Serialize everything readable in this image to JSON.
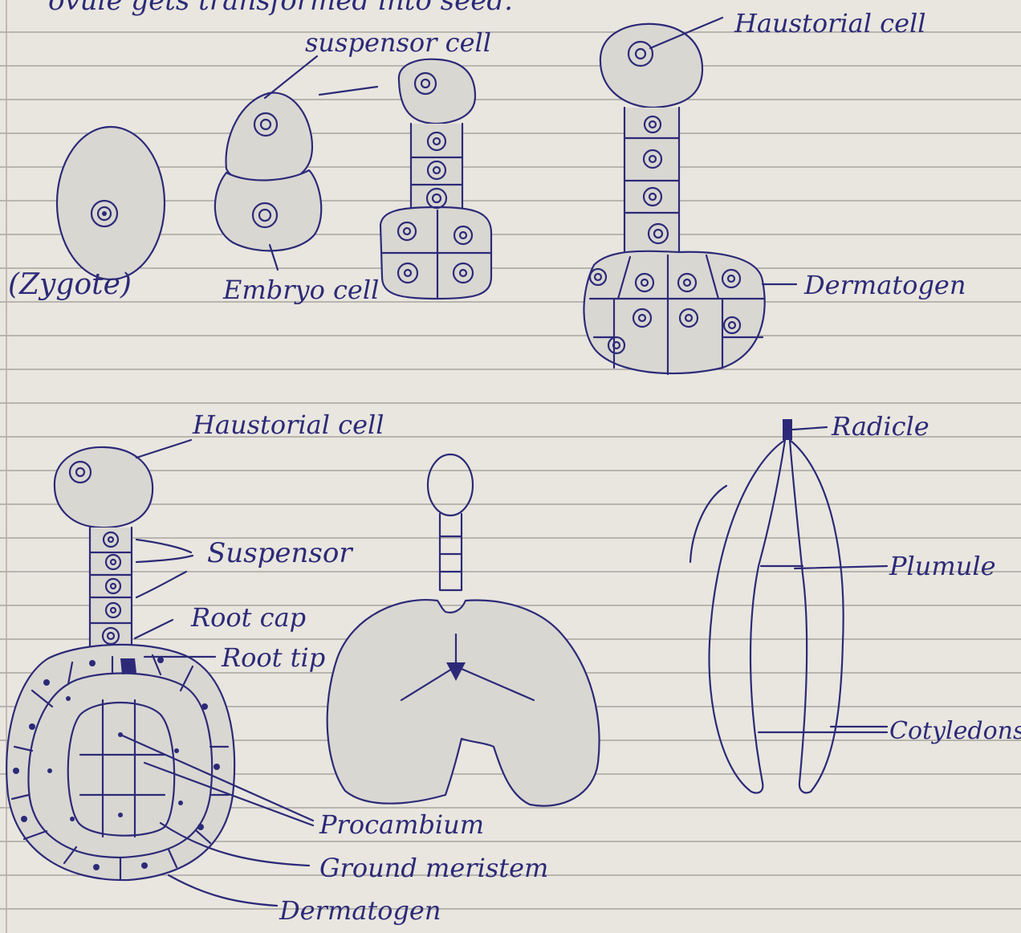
{
  "header_text": "ovule gets transformed into seed.",
  "colors": {
    "ink": "#2c2a78",
    "paper": "#e9e6df",
    "rule": "#9a9892"
  },
  "stage1": {
    "zygote_label": "(Zygote)"
  },
  "stage2": {
    "suspensor_label": "suspensor cell",
    "embryo_label": "Embryo cell"
  },
  "stage4": {
    "haustorial_label": "Haustorial cell",
    "dermatogen_label": "Dermatogen"
  },
  "stage5": {
    "haustorial_label": "Haustorial cell",
    "suspensor_label": "Suspensor",
    "root_cap_label": "Root cap",
    "root_tip_label": "Root tip",
    "procambium_label": "Procambium",
    "ground_meristem_label": "Ground meristem",
    "dermatogen_label": "Dermatogen"
  },
  "stage7": {
    "radicle_label": "Radicle",
    "plumule_label": "Plumule",
    "cotyledons_label": "Cotyledons"
  }
}
